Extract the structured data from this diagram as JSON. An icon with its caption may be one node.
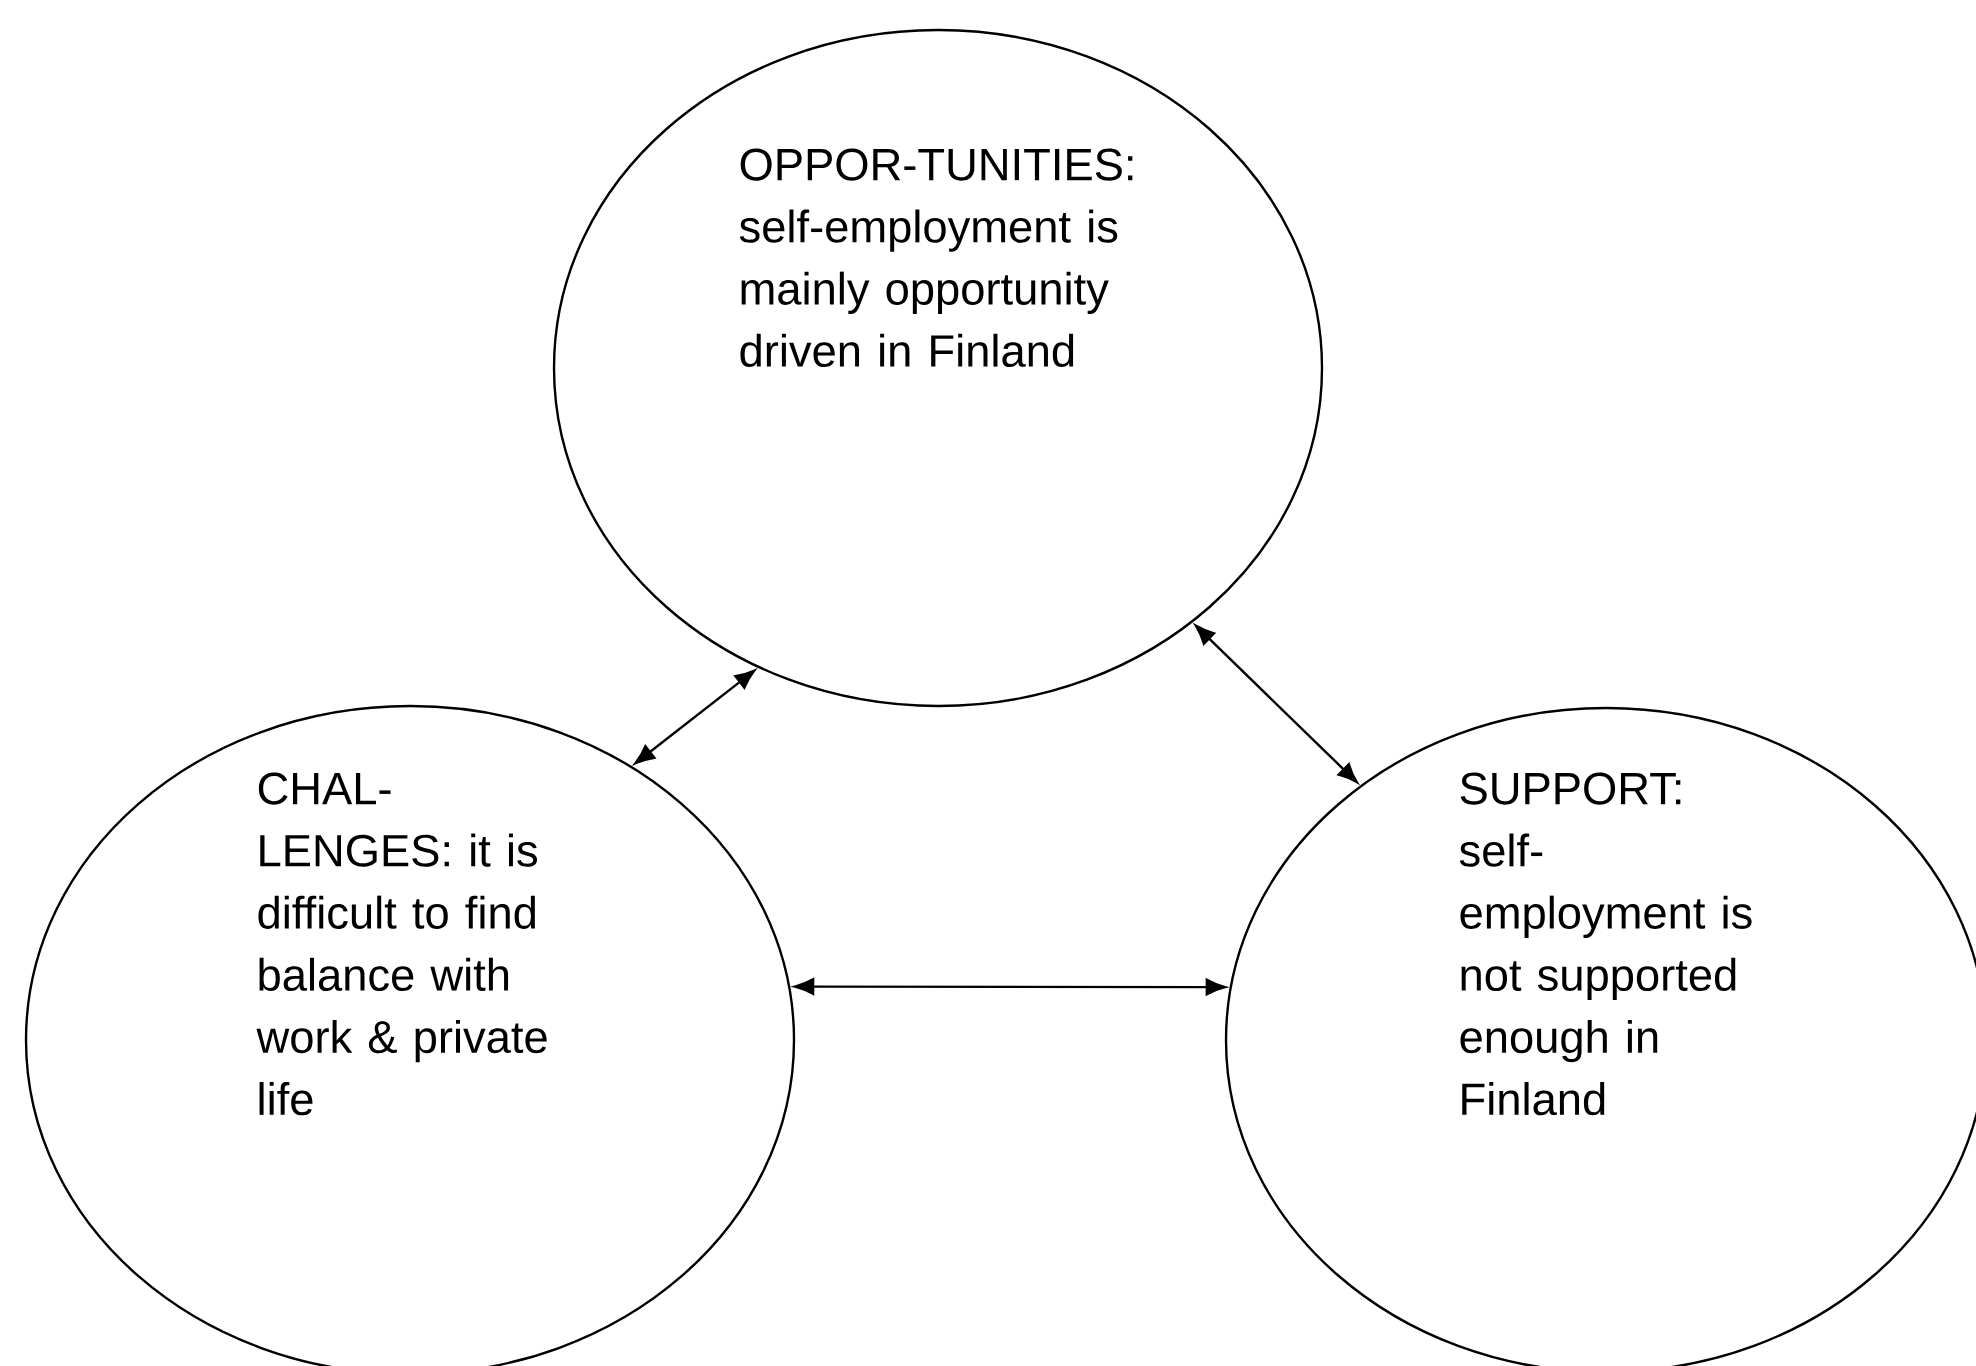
{
  "diagram": {
    "nodes": [
      {
        "text": [
          "OPPOR-TUNITIES: self-employment is mainly opportunity driven in Finland"
        ]
      },
      {
        "text": [
          "CHAL-LENGES: it is difficult to find balance with work & private life"
        ]
      },
      {
        "text": [
          "SUPPORT: self-employment is not supported enough in Finland"
        ]
      }
    ],
    "edges": [
      {
        "from": 1,
        "to": 0,
        "arrow": "both"
      },
      {
        "from": 0,
        "to": 2,
        "arrow": "both"
      },
      {
        "from": 1,
        "to": 2,
        "arrow": "both"
      }
    ]
  }
}
